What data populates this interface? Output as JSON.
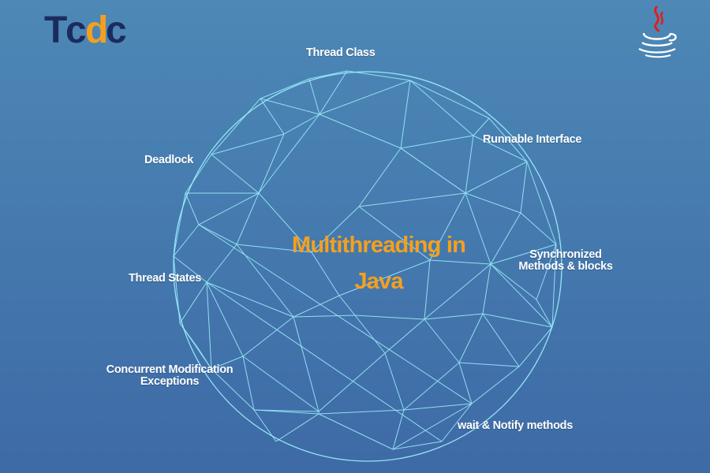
{
  "title": {
    "line1": "Multithreading in",
    "line2": "Java"
  },
  "logo": {
    "l1": "T",
    "l2": "c",
    "l3": "d",
    "l4": "c"
  },
  "labels": {
    "thread_class": "Thread Class",
    "runnable": "Runnable Interface",
    "deadlock": "Deadlock",
    "sync_1": "Synchronized",
    "sync_2": "Methods & blocks",
    "thread_states": "Thread States",
    "cme_1": "Concurrent Modification",
    "cme_2": "Exceptions",
    "wait_notify": "wait & Notify methods"
  },
  "colors": {
    "background": "#4a80b2",
    "mesh": "#9ff2ff",
    "title": "#f4a01e",
    "logo_navy": "#1c2b5e",
    "logo_orange": "#f4a01e",
    "java_red": "#e11d1d"
  },
  "icons": [
    "tcdc-logo",
    "java-icon"
  ]
}
